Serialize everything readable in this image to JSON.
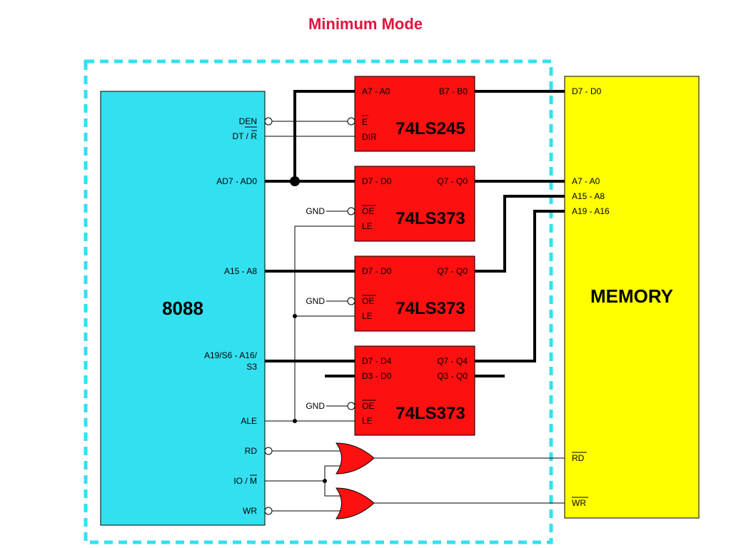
{
  "title": "Minimum Mode",
  "colors": {
    "cpu_fill": "#33e0f0",
    "chip_fill": "#ff1010",
    "memory_fill": "#ffff00",
    "boundary": "#33e0f0",
    "title": "#e0143c"
  },
  "cpu": {
    "name": "8088",
    "pins": {
      "den": "DEN",
      "dtr": "DT / R",
      "ad": "AD7 - AD0",
      "a15": "A15 - A8",
      "a19_line1": "A19/S6 - A16/",
      "a19_line2": "S3",
      "ale": "ALE",
      "rd": "RD",
      "iom": "IO / M",
      "wr": "WR"
    }
  },
  "transceiver": {
    "name": "74LS245",
    "a_port": "A7 - A0",
    "b_port": "B7 - B0",
    "enable": "E",
    "dir": "DIR"
  },
  "latch1": {
    "name": "74LS373",
    "d": "D7 - D0",
    "q": "Q7 - Q0",
    "oe": "OE",
    "le": "LE",
    "gnd": "GND"
  },
  "latch2": {
    "name": "74LS373",
    "d": "D7 - D0",
    "q": "Q7 - Q0",
    "oe": "OE",
    "le": "LE",
    "gnd": "GND"
  },
  "latch3": {
    "name": "74LS373",
    "d_hi": "D7 - D4",
    "q_hi": "Q7 - Q4",
    "d_lo": "D3 - D0",
    "q_lo": "Q3 - Q0",
    "oe": "OE",
    "le": "LE",
    "gnd": "GND"
  },
  "memory": {
    "name": "MEMORY",
    "data": "D7 - D0",
    "a7": "A7 - A0",
    "a15": "A15 - A8",
    "a19": "A19 - A16",
    "rd": "RD",
    "wr": "WR"
  }
}
